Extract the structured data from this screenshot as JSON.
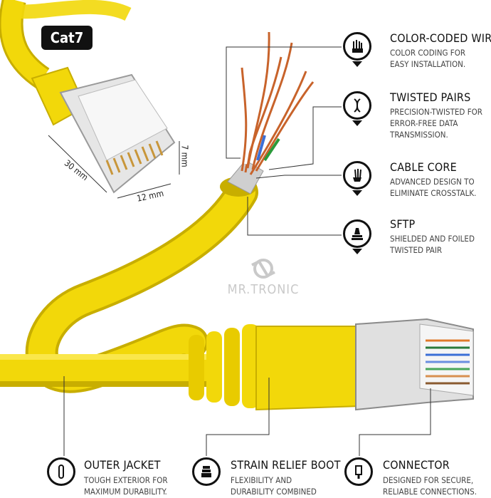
{
  "badge": {
    "label": "Cat7"
  },
  "dimensions": {
    "length": "30 mm",
    "width": "12 mm",
    "height": "7 mm"
  },
  "brand": {
    "name": "MR.TRONIC"
  },
  "features_right": [
    {
      "title": "COLOR-CODED WIRES",
      "desc": [
        "COLOR CODING FOR",
        "EASY INSTALLATION."
      ],
      "icon": "wires-icon"
    },
    {
      "title": "TWISTED PAIRS",
      "desc": [
        "PRECISION-TWISTED FOR",
        "ERROR-FREE DATA",
        "TRANSMISSION."
      ],
      "icon": "twisted-pair-icon"
    },
    {
      "title": "CABLE CORE",
      "desc": [
        "ADVANCED DESIGN TO",
        "ELIMINATE CROSSTALK."
      ],
      "icon": "cable-core-icon"
    },
    {
      "title": "SFTP",
      "desc": [
        "SHIELDED AND FOILED",
        "TWISTED PAIR"
      ],
      "icon": "shield-foil-icon"
    }
  ],
  "features_bottom": [
    {
      "title": "OUTER JACKET",
      "desc": [
        "TOUGH EXTERIOR FOR",
        "MAXIMUM DURABILITY."
      ],
      "icon": "jacket-icon"
    },
    {
      "title": "STRAIN RELIEF BOOT",
      "desc": [
        "FLEXIBILITY AND",
        "DURABILITY COMBINED"
      ],
      "icon": "boot-icon"
    },
    {
      "title": "CONNECTOR",
      "desc": [
        "DESIGNED FOR SECURE,",
        "RELIABLE CONNECTIONS."
      ],
      "icon": "connector-icon"
    }
  ],
  "colors": {
    "cable": "#f2d80a",
    "cable_shadow": "#c8ae00",
    "copper": "#c8632b",
    "metal": "#d9d9d9"
  }
}
